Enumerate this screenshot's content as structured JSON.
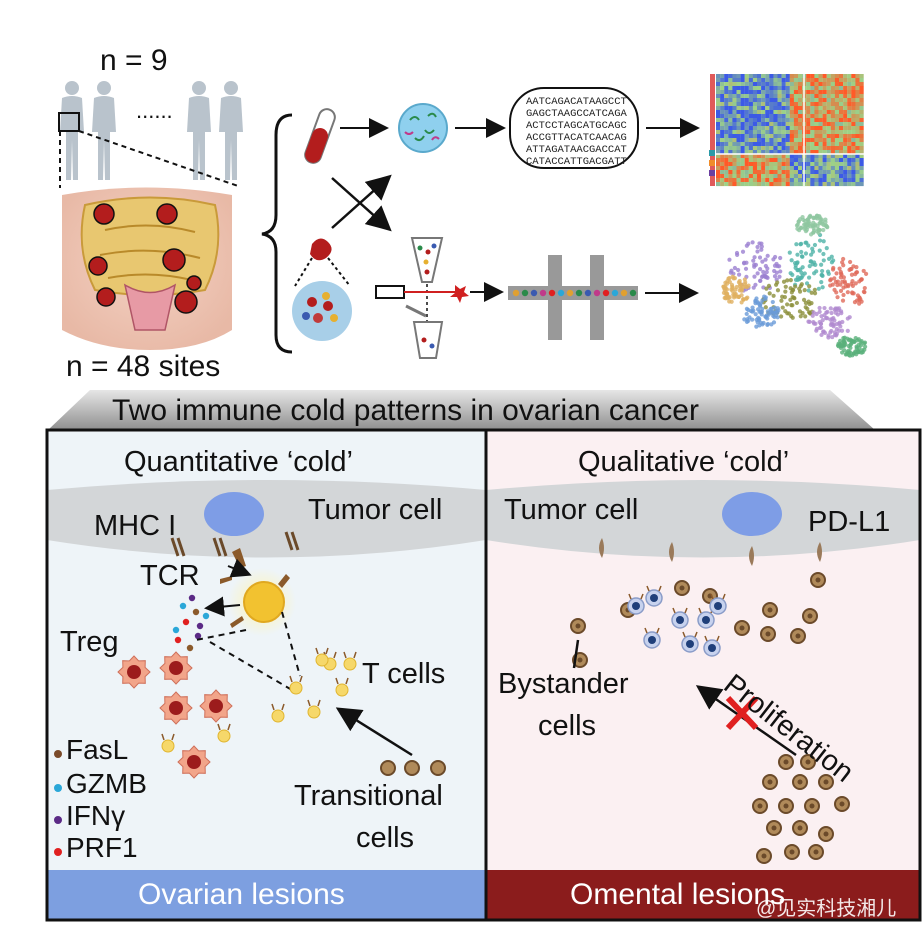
{
  "top": {
    "patients_label": "n = 9",
    "sites_label": "n = 48 sites",
    "dna_sequence": [
      "AATCAGACATAAGCCT",
      "GAGCTAAGCCATCAGA",
      "ACTCCTAGCATGCAGC",
      "ACCGTTACATCAACAG",
      "ATTAGATAACGACCAT",
      "CATACCATTGACGATT"
    ]
  },
  "banner": {
    "title": "Two immune cold patterns in ovarian cancer"
  },
  "left_panel": {
    "heading": "Quantitative ‘cold’",
    "tumor_label": "Tumor cell",
    "mhc_label": "MHC I",
    "tcr_label": "TCR",
    "treg_label": "Treg",
    "tcells_label": "T cells",
    "transitional_line1": "Transitional",
    "transitional_line2": "cells",
    "legend": [
      {
        "label": "FasL",
        "color": "#7a4a2a"
      },
      {
        "label": "GZMB",
        "color": "#2aa7d8"
      },
      {
        "label": "IFNγ",
        "color": "#5b2a86"
      },
      {
        "label": "PRF1",
        "color": "#e02020"
      }
    ],
    "footer": "Ovarian lesions",
    "footer_color": "#7d9fe0"
  },
  "right_panel": {
    "heading": "Qualitative ‘cold’",
    "tumor_label": "Tumor cell",
    "pdl1_label": "PD-L1",
    "bystander_line1": "Bystander",
    "bystander_line2": "cells",
    "proliferation_label": "Proliferation",
    "footer": "Omental lesions",
    "footer_color": "#8b1c1c"
  },
  "watermark": "@见实科技湘儿"
}
